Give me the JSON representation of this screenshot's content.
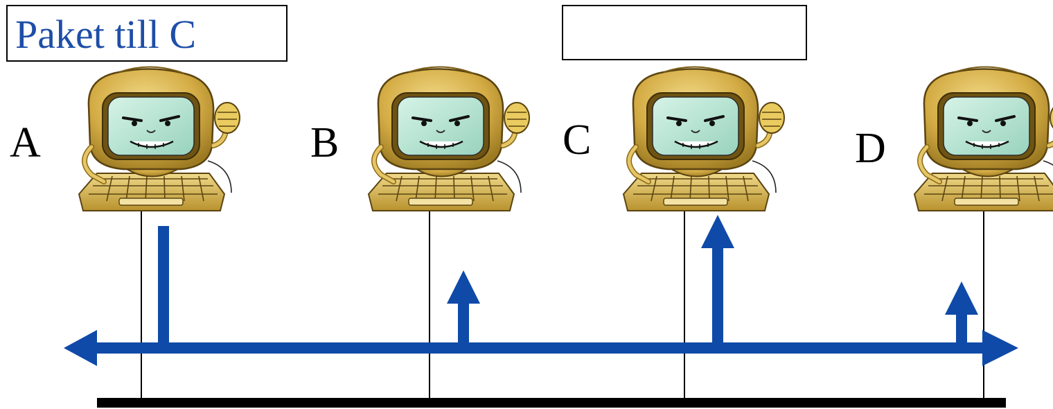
{
  "packet_label": {
    "text": "Paket till C",
    "color": "#1e4ea8"
  },
  "empty_box_label": "",
  "nodes": [
    {
      "label": "A"
    },
    {
      "label": "B"
    },
    {
      "label": "C"
    },
    {
      "label": "D"
    }
  ],
  "colors": {
    "signal": "#0f4aa8",
    "bus": "#000000",
    "monitor_body": "#d8b24a",
    "monitor_dark": "#8a6a16",
    "screen": "#b6e4d2"
  },
  "icons": {
    "computer": "cartoon-computer-icon",
    "arrow": "arrow-icon"
  }
}
